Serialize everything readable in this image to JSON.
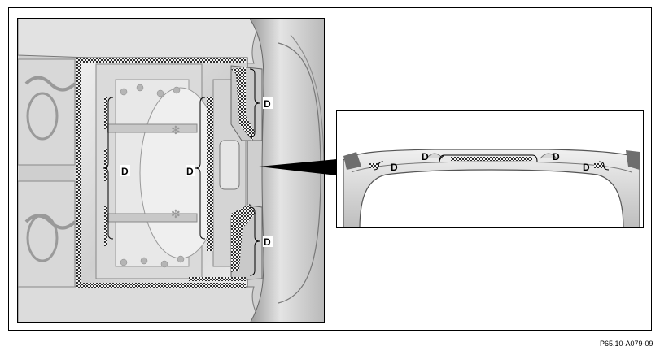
{
  "labels": {
    "main": [
      "D",
      "D",
      "D",
      "D"
    ],
    "inset": [
      "D",
      "D",
      "D",
      "D"
    ]
  },
  "reference_code": "P65.10-A079-09",
  "colors": {
    "metal_light": "#e6e6e6",
    "metal_mid": "#c4c4c4",
    "metal_dark": "#8c8c8c",
    "sealant": "#3a3a3a"
  }
}
